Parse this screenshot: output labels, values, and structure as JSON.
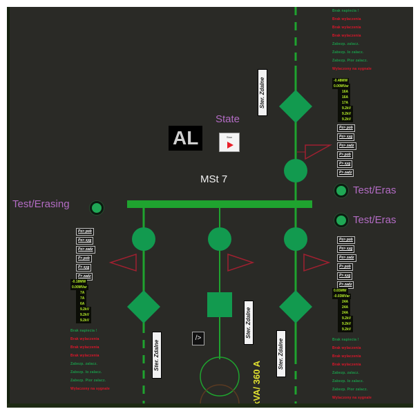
{
  "station": {
    "name": "MSt 7",
    "alarm_label": "AL",
    "state_label": "State",
    "state_button_text": "Stan"
  },
  "colors": {
    "background": "#2a2a26",
    "busbar": "#1fa32f",
    "breaker": "#129a4f",
    "test_led": "#1fa855",
    "label_purple": "#b36cc4",
    "status_ok": "#1a9c4a",
    "status_alarm": "#e0162b",
    "measurement": "#b8f02a",
    "rating": "#e0e030",
    "arrow_outline": "#a02030"
  },
  "test_erasing": {
    "left": "Test/Erasing",
    "right_top": "Test/Eras",
    "right_bottom": "Test/Eras"
  },
  "feeders": {
    "top_right": {
      "disconnector_label": "Ster. Zdalne",
      "status": [
        {
          "text": "Brak napiecia !",
          "color": "green"
        },
        {
          "text": "Brak wylaczenia",
          "color": "red"
        },
        {
          "text": "Brak wylaczenia",
          "color": "red"
        },
        {
          "text": "Brak wylaczenia",
          "color": "red"
        },
        {
          "text": "Zabezp. zalacz.",
          "color": "green"
        },
        {
          "text": "Zabezp. Io zalacz.",
          "color": "green"
        },
        {
          "text": "Zabezp. Pior zalacz.",
          "color": "green"
        },
        {
          "text": "Wylaczony na sygnale",
          "color": "red"
        }
      ],
      "power": [
        "-0.48MW",
        "0.00MVar"
      ],
      "currents": [
        "16A",
        "16A",
        "17A"
      ],
      "voltages": [
        "9.2kV",
        "9.2kV",
        "9.2kV"
      ],
      "commands": [
        "Po> pob",
        "Po> syg",
        "Po> zadz",
        "P> pob",
        "P> syg",
        "P> zadz"
      ]
    },
    "bottom_left": {
      "disconnector_label": "Ster. Zdalne",
      "commands": [
        "Po> pob",
        "Po> syg",
        "Po> zadz",
        "P> pob",
        "P> syg",
        "P> zadz"
      ],
      "power": [
        "-0.18MW",
        "0.00MVar"
      ],
      "currents": [
        "7A",
        "7A",
        "6A"
      ],
      "voltages": [
        "9.2kV",
        "9.2kV",
        "9.2kV"
      ],
      "status": [
        {
          "text": "Brak napiecia !",
          "color": "green"
        },
        {
          "text": "Brak wylaczenia",
          "color": "red"
        },
        {
          "text": "Brak wylaczenia",
          "color": "red"
        },
        {
          "text": "Brak wylaczenia",
          "color": "red"
        },
        {
          "text": "Zabezp. zalacz.",
          "color": "green"
        },
        {
          "text": "Zabezp. Io zalacz.",
          "color": "green"
        },
        {
          "text": "Zabezp. Pior zalacz.",
          "color": "green"
        },
        {
          "text": "Wylaczony na sygnale",
          "color": "red"
        }
      ]
    },
    "bottom_middle": {
      "disconnector_label": "Ster. Zdalne",
      "transformer_rating": "kVA/ 360 A",
      "mini_button": "/>"
    },
    "bottom_right": {
      "disconnector_label": "Ster. Zdalne",
      "commands": [
        "Po> pob",
        "Po> syg",
        "Po> zadz",
        "P> pob",
        "P> syg",
        "P> zadz"
      ],
      "power": [
        "0.65MW",
        "-0.03MVar"
      ],
      "currents": [
        "24A",
        "24A",
        "24A"
      ],
      "voltages": [
        "9.2kV",
        "9.2kV",
        "9.2kV"
      ],
      "status": [
        {
          "text": "Brak napiecia !",
          "color": "green"
        },
        {
          "text": "Brak wylaczenia",
          "color": "red"
        },
        {
          "text": "Brak wylaczenia",
          "color": "red"
        },
        {
          "text": "Brak wylaczenia",
          "color": "red"
        },
        {
          "text": "Zabezp. zalacz.",
          "color": "green"
        },
        {
          "text": "Zabezp. Io zalacz.",
          "color": "green"
        },
        {
          "text": "Zabezp. Pior zalacz.",
          "color": "green"
        },
        {
          "text": "Wylaczony na sygnale",
          "color": "red"
        }
      ]
    }
  }
}
